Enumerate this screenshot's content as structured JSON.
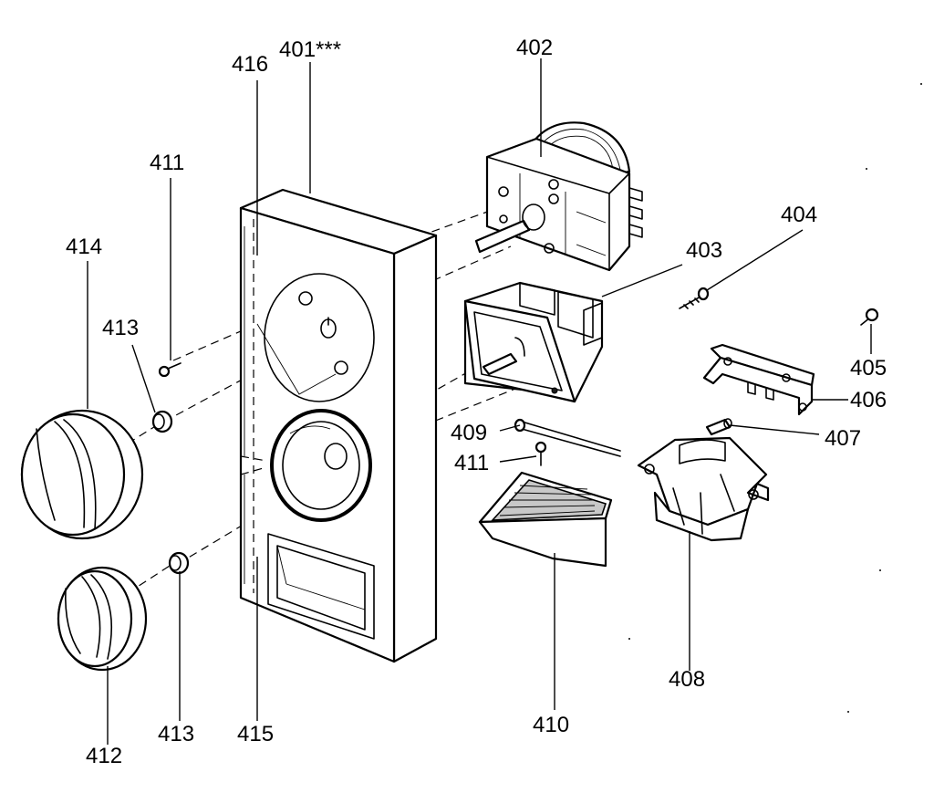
{
  "callouts": {
    "p401": "401***",
    "p402": "402",
    "p403": "403",
    "p404": "404",
    "p405": "405",
    "p406": "406",
    "p407": "407",
    "p408": "408",
    "p409": "409",
    "p410": "410",
    "p411_top": "411",
    "p411_mid": "411",
    "p412": "412",
    "p413_upper": "413",
    "p413_lower": "413",
    "p414": "414",
    "p415": "415",
    "p416": "416"
  },
  "colors": {
    "line": "#000000",
    "background": "#ffffff",
    "shade": "#c8c8c8"
  }
}
